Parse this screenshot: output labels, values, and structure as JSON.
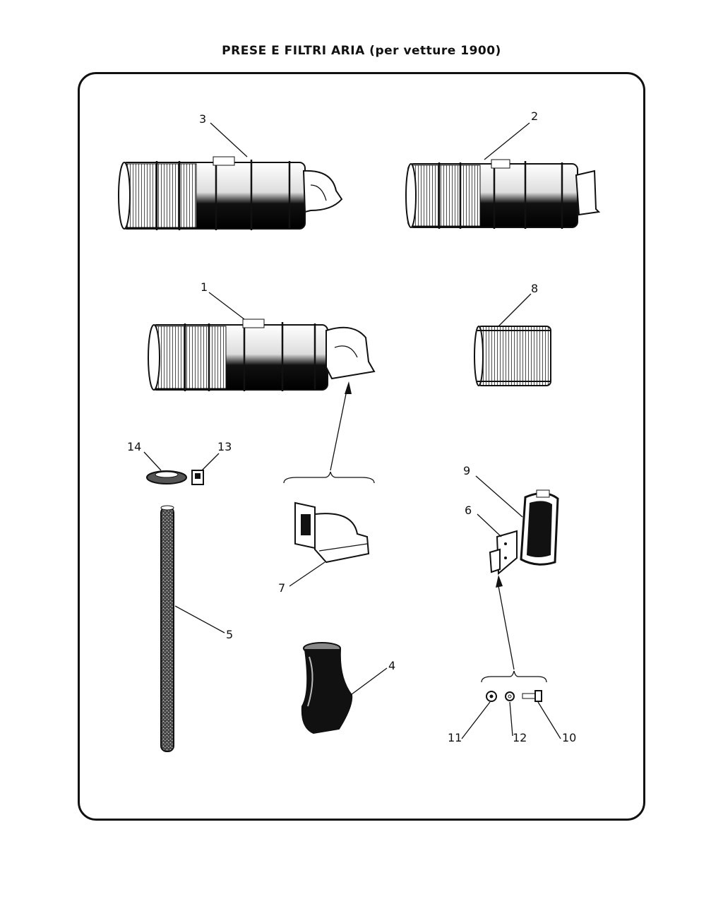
{
  "title": {
    "main": "PRESE E FILTRI ARIA",
    "sub": "(per vetture 1900)"
  },
  "callouts": {
    "p1": "1",
    "p2": "2",
    "p3": "3",
    "p4": "4",
    "p5": "5",
    "p6": "6",
    "p7": "7",
    "p8": "8",
    "p9": "9",
    "p10": "10",
    "p11": "11",
    "p12": "12",
    "p13": "13",
    "p14": "14"
  }
}
